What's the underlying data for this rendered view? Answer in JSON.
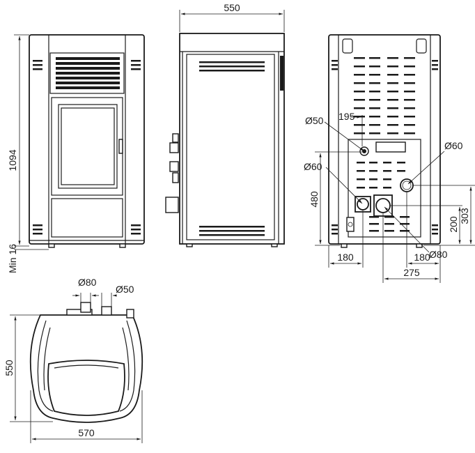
{
  "dimensions": {
    "front_height": "1094",
    "min_floor": "Min 16",
    "side_width": "550",
    "top_depth": "550",
    "top_width": "570",
    "top_pipe_80": "Ø80",
    "top_pipe_50": "Ø50",
    "rear_d50": "Ø50",
    "rear_195": "195",
    "rear_d60_left": "Ø60",
    "rear_d60_right": "Ø60",
    "rear_480": "480",
    "rear_200": "200",
    "rear_303": "303",
    "rear_180_left": "180",
    "rear_180_right": "180",
    "rear_d80": "Ø80",
    "rear_275": "275"
  },
  "colors": {
    "line": "#1a1a1a",
    "background": "#ffffff"
  }
}
